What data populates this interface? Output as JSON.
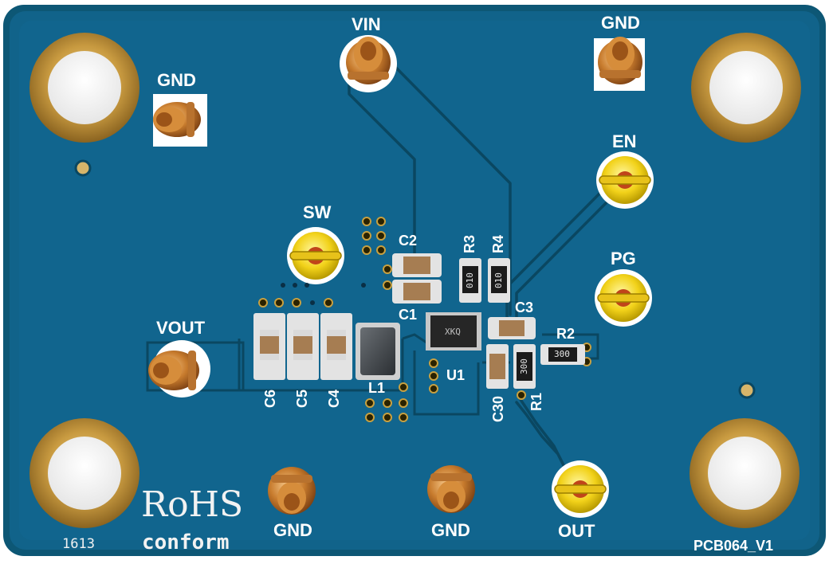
{
  "board": {
    "colors": {
      "board": "#0f5f7e",
      "board_edge": "#0b4e69",
      "trace": "#0a4560",
      "gold": "#c79a45",
      "copper": "#b86a2a",
      "silk": "#ffffff"
    },
    "labels": {
      "vin": "VIN",
      "gnd_top": "GND",
      "gnd_left": "GND",
      "en": "EN",
      "pg": "PG",
      "sw": "SW",
      "vout": "VOUT",
      "gnd_bottom_left": "GND",
      "gnd_bottom_mid": "GND",
      "out": "OUT",
      "c1": "C1",
      "c2": "C2",
      "c3": "C3",
      "c4": "C4",
      "c5": "C5",
      "c6": "C6",
      "c30": "C30",
      "r1": "R1",
      "r2": "R2",
      "r3": "R3",
      "r4": "R4",
      "l1": "L1",
      "u1": "U1"
    },
    "part_markings": {
      "r3": "010",
      "r4": "010",
      "r2": "300",
      "r1": "300",
      "u1": "XKQ"
    },
    "rohs": "RoHS",
    "conform": "conform",
    "date_code": "1613",
    "pcb_version": "PCB064_V1"
  }
}
